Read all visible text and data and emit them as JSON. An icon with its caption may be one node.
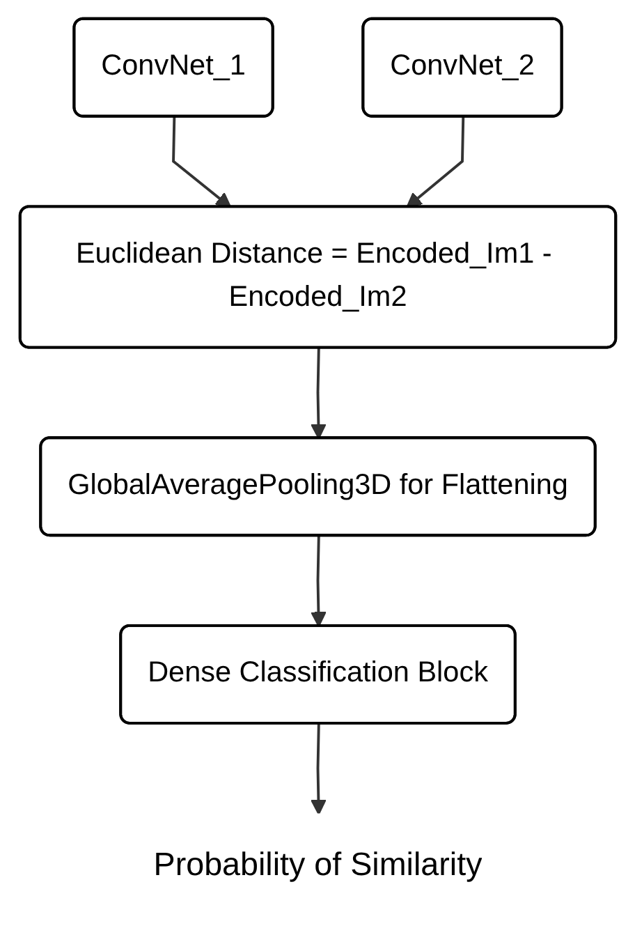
{
  "diagram": {
    "nodes": [
      {
        "text": [
          "ConvNet_1"
        ]
      },
      {
        "text": [
          "ConvNet_2"
        ]
      },
      {
        "text": [
          "Euclidean Distance = Encoded_Im1 - Encoded_Im2"
        ]
      },
      {
        "text": [
          "GlobalAveragePooling3D for Flattening"
        ]
      },
      {
        "text": [
          "Dense Classification Block"
        ]
      },
      {
        "text": [
          "Probability of Similarity"
        ]
      }
    ],
    "edges": [
      {
        "from": 0,
        "to": 2,
        "arrow": "to"
      },
      {
        "from": 1,
        "to": 2,
        "arrow": "to"
      },
      {
        "from": 2,
        "to": 3,
        "arrow": "to"
      },
      {
        "from": 3,
        "to": 4,
        "arrow": "to"
      },
      {
        "from": 4,
        "to": 5,
        "arrow": "to"
      }
    ]
  }
}
